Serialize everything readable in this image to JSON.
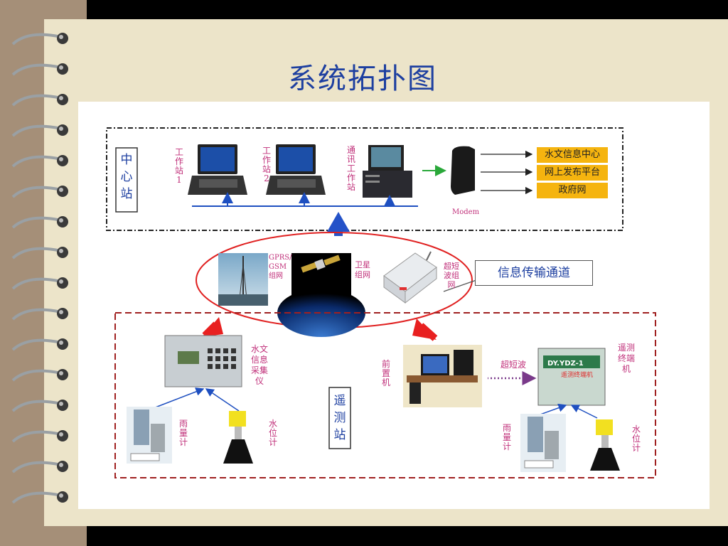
{
  "slide": {
    "title": "系统拓扑图"
  },
  "center_station": {
    "label": "中心站",
    "workstation1": "工作站1",
    "workstation2": "工作站2",
    "comm_workstation": "通讯工作站",
    "modem": "Modem",
    "destinations": [
      "水文信息中心",
      "网上发布平台",
      "政府网"
    ]
  },
  "channel": {
    "gprs": "GPRS/GSM组网",
    "satellite": "卫星组网",
    "shortwave": "超短波组网",
    "callout": "信息传输通道"
  },
  "remote_station": {
    "label": "遥测站",
    "collector": "水文信息采集仪",
    "frontend": "前置机",
    "shortwave_link": "超短波",
    "terminal": "遥测终端机",
    "terminal_model": "DY.YDZ-1",
    "terminal_plate": "遥测终端机",
    "rain_gauge": "雨量计",
    "water_gauge": "水位计"
  },
  "colors": {
    "title": "#1d3fa0",
    "label": "#c0307a",
    "ellipse": "#e02020",
    "remote_border": "#a02020",
    "destination_fill": "#f5b40f",
    "bus_line": "#1e4fc0"
  },
  "icons": {
    "spiral_binding": "spiral-ring-icon",
    "laptop": "laptop-icon",
    "server": "server-icon",
    "modem": "modem-icon"
  }
}
